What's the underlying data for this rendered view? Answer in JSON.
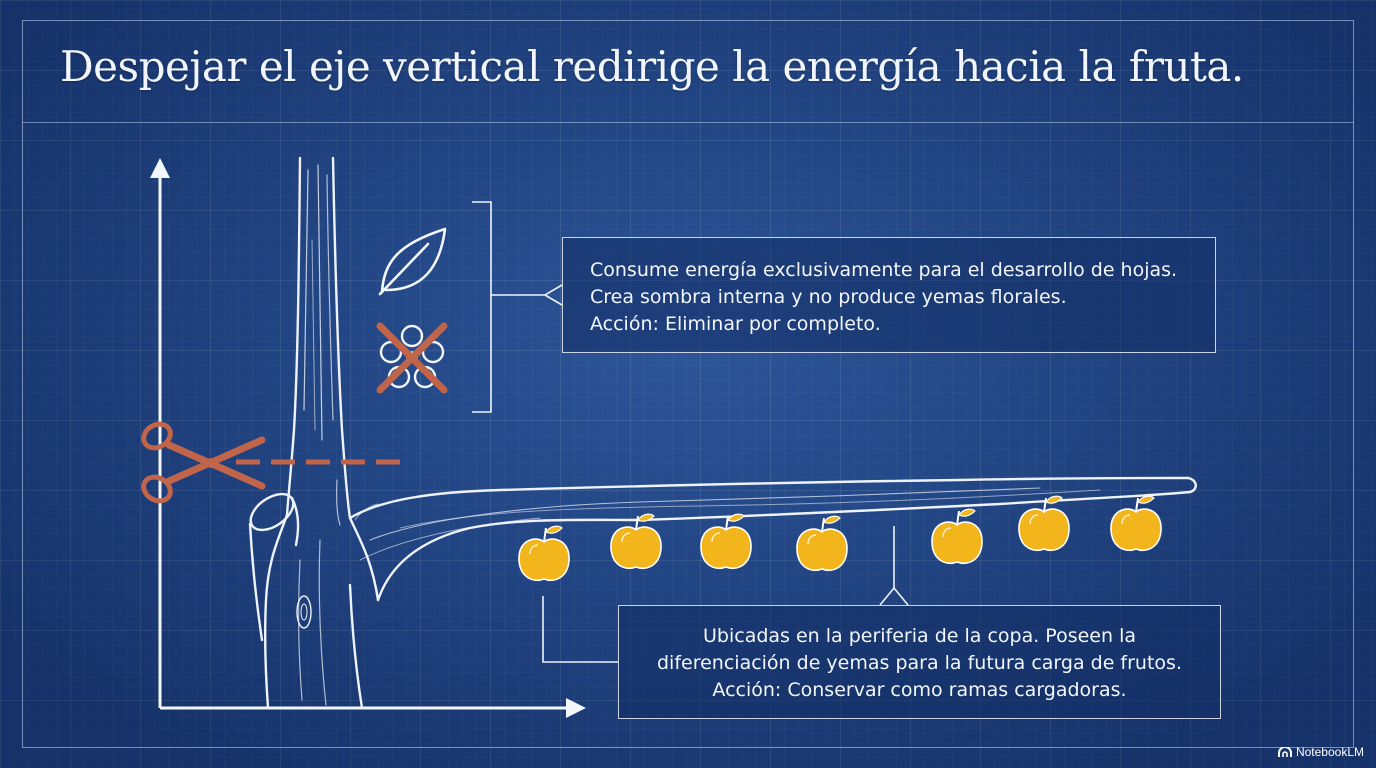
{
  "title": "Despejar el eje vertical redirige la energía hacia la fruta.",
  "callout_top": {
    "lines": [
      "Consume energía exclusivamente para el desarrollo de hojas.",
      "Crea sombra interna y no produce yemas florales.",
      "Acción: Eliminar por completo."
    ]
  },
  "callout_bottom": {
    "lines": [
      "Ubicadas en la periferia de la copa. Poseen la",
      "diferenciación de yemas para la futura carga de frutos.",
      "Acción: Conservar como ramas cargadoras."
    ]
  },
  "icons": {
    "leaf": "leaf-icon",
    "flower_crossed": "crossed-flower-icon",
    "scissors": "scissors-icon",
    "fruit": "apple-icon"
  },
  "colors": {
    "background": "#1f4380",
    "line": "#eef3fb",
    "cut": "#c0654a",
    "fruit": "#f2b51b"
  },
  "fruit_count": 7,
  "brand": "NotebookLM"
}
